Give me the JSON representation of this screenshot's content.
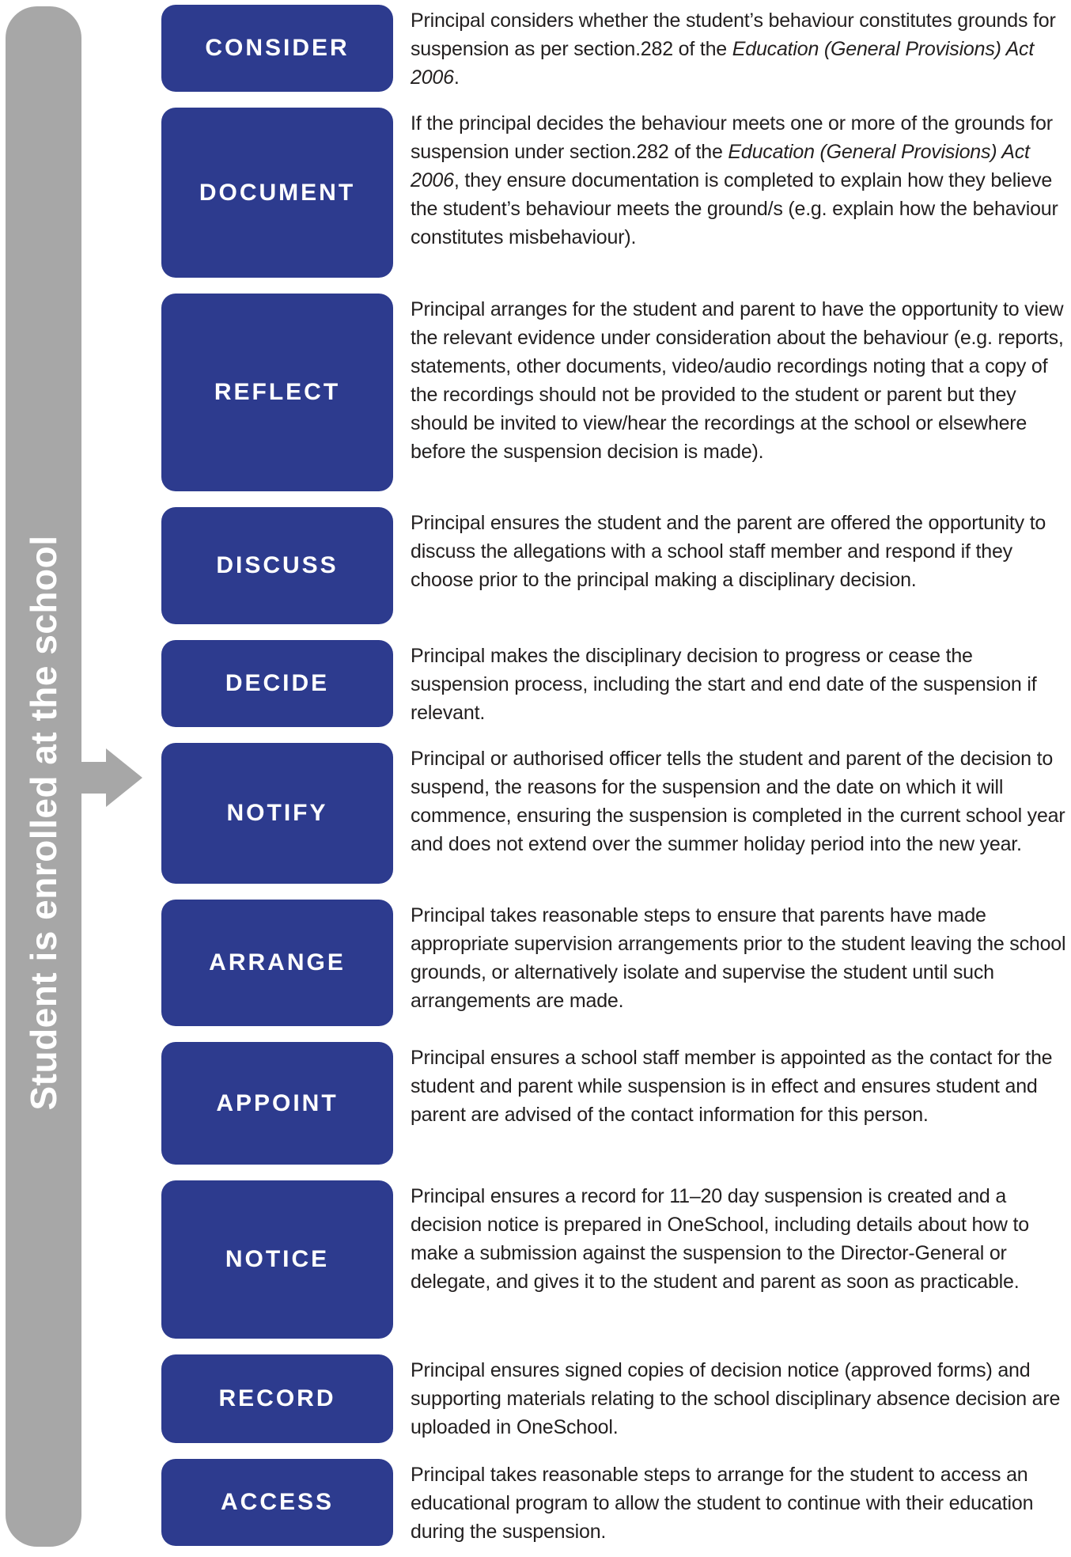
{
  "colors": {
    "box_blue": "#2d3b8e",
    "rail_gray": "#a7a7a7",
    "body_text": "#221f1f",
    "box_text": "#ffffff"
  },
  "sidebar": {
    "label": "Student is enrolled at the school"
  },
  "steps": [
    {
      "label": "CONSIDER",
      "description": [
        {
          "t": "Principal considers whether the student’s behaviour constitutes grounds for suspension as per section.282 of the ",
          "i": false
        },
        {
          "t": "Education (General Provisions) Act 2006",
          "i": true
        },
        {
          "t": ".",
          "i": false
        }
      ]
    },
    {
      "label": "DOCUMENT",
      "description": [
        {
          "t": "If the principal decides the behaviour meets one or more of the grounds for suspension under section.282 of the ",
          "i": false
        },
        {
          "t": "Education (General Provisions) Act 2006",
          "i": true
        },
        {
          "t": ", they ensure documentation is completed to explain how they believe the student’s behaviour meets the ground/s (e.g. explain how the behaviour constitutes misbehaviour).",
          "i": false
        }
      ]
    },
    {
      "label": "REFLECT",
      "description": [
        {
          "t": "Principal arranges for the student and parent to have the opportunity to view the relevant evidence under consideration about the behaviour (e.g. reports, statements, other documents, video/audio recordings noting that a copy of the recordings should not be provided to the student or parent but they should be invited to view/hear the recordings at the school or elsewhere before the suspension decision is made).",
          "i": false
        }
      ]
    },
    {
      "label": "DISCUSS",
      "description": [
        {
          "t": "Principal ensures the student and the parent are offered the opportunity to discuss the allegations with a school staff member and respond if they choose prior to the principal making a disciplinary decision.",
          "i": false
        }
      ]
    },
    {
      "label": "DECIDE",
      "description": [
        {
          "t": "Principal makes the disciplinary decision to progress or cease the suspension process, including the start and end date of the suspension if relevant.",
          "i": false
        }
      ]
    },
    {
      "label": "NOTIFY",
      "description": [
        {
          "t": "Principal or authorised officer tells the student and parent of the decision to suspend, the reasons for the suspension and the date on which it will commence, ensuring the suspension is completed in the current school year and does not extend over the summer holiday period into the new year.",
          "i": false
        }
      ]
    },
    {
      "label": "ARRANGE",
      "description": [
        {
          "t": "Principal takes reasonable steps to ensure that parents have made appropriate supervision arrangements prior to the student leaving the school grounds, or alternatively isolate and supervise the student until such arrangements are made.",
          "i": false
        }
      ]
    },
    {
      "label": "APPOINT",
      "description": [
        {
          "t": "Principal ensures a school staff member is appointed as the contact for the student and parent while suspension is in effect and ensures student and parent are advised of the contact information for this person.",
          "i": false
        }
      ]
    },
    {
      "label": "NOTICE",
      "description": [
        {
          "t": "Principal ensures a record for 11–20 day suspension is created and a decision notice is prepared in OneSchool, including details about how to make a submission against the suspension to the Director-General or delegate, and gives it to the student and parent as soon as practicable.",
          "i": false
        }
      ]
    },
    {
      "label": "RECORD",
      "description": [
        {
          "t": "Principal ensures signed copies of decision notice (approved forms) and supporting materials relating to the school disciplinary absence decision are uploaded in OneSchool.",
          "i": false
        }
      ]
    },
    {
      "label": "ACCESS",
      "description": [
        {
          "t": "Principal takes reasonable steps to arrange for the student to access an educational program to allow the student to continue with their education during the suspension.",
          "i": false
        }
      ]
    }
  ]
}
